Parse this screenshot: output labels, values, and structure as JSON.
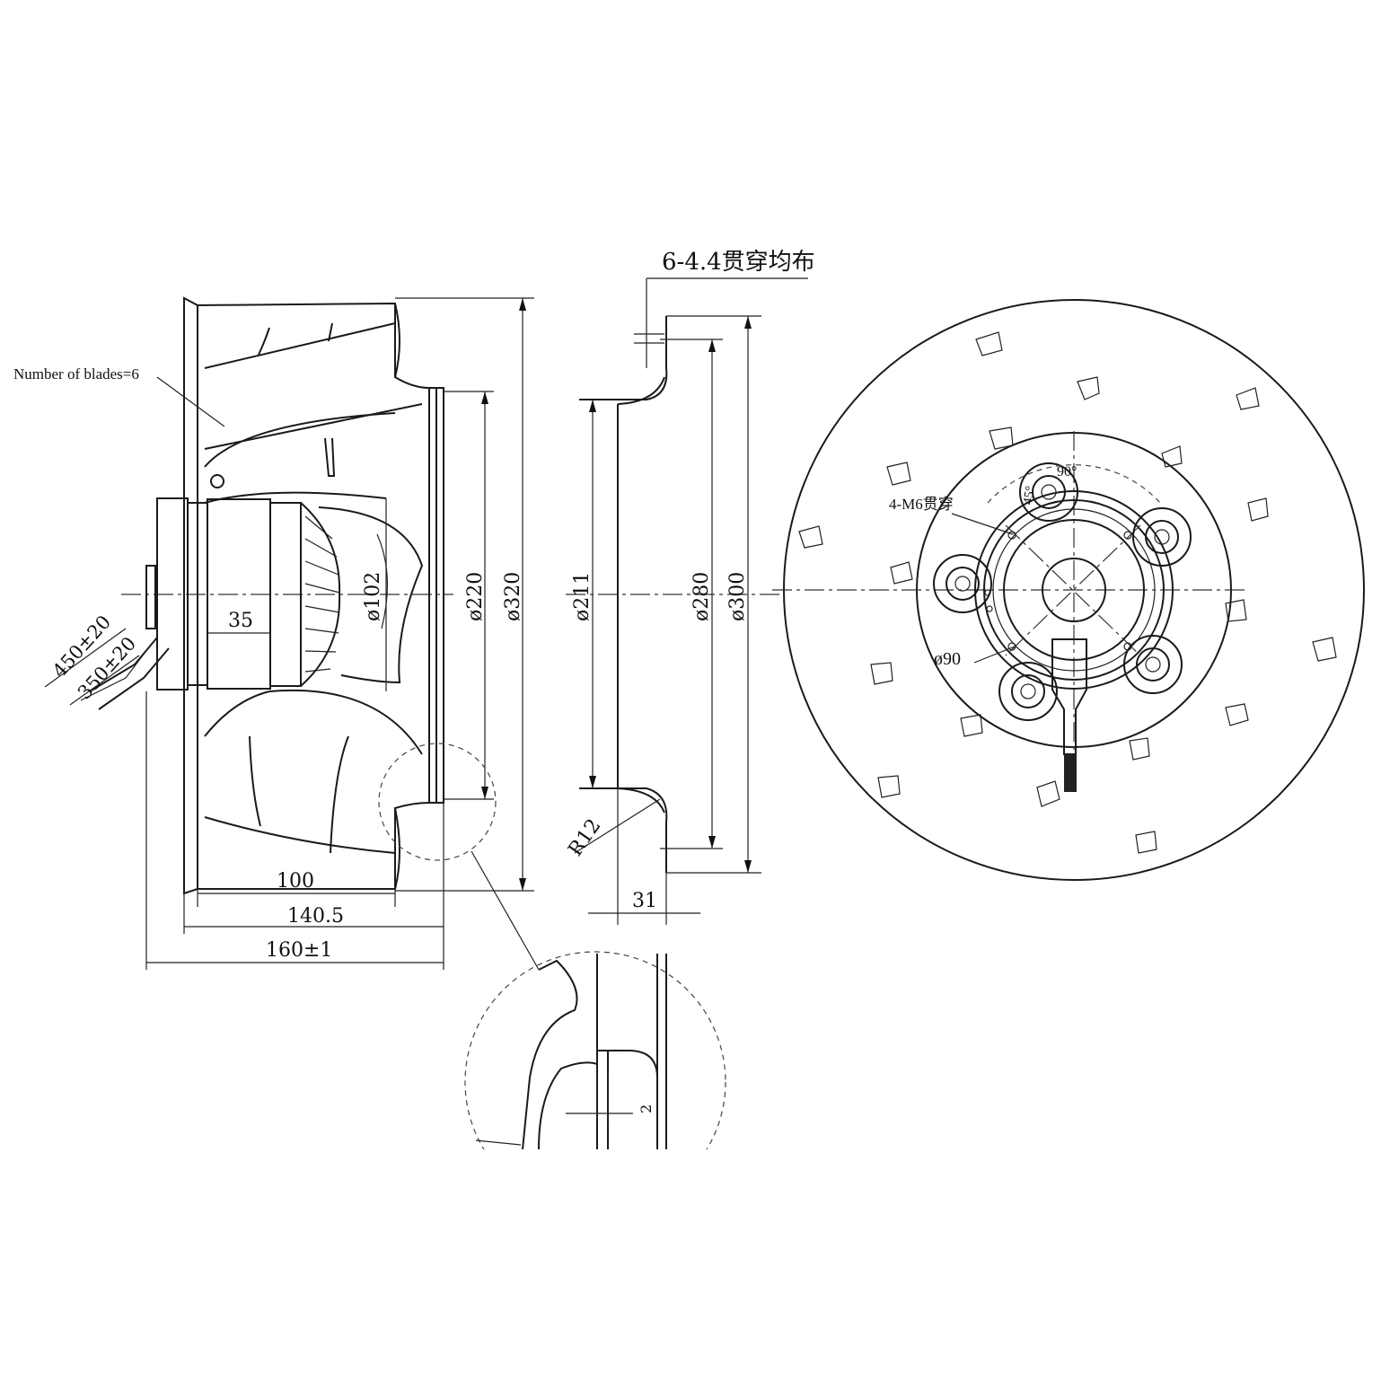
{
  "labels": {
    "blades": "Number of blades=6",
    "holes_top": "6-4.4贯穿均布",
    "mount_holes": "4-M6贯穿",
    "angle_90": "90°",
    "angle_45": "45°",
    "dia_90": "ø90",
    "dia_102": "ø102",
    "dia_220": "ø220",
    "dia_320": "ø320",
    "dia_211": "ø211",
    "dia_280": "ø280",
    "dia_300": "ø300",
    "len_35": "35",
    "len_100": "100",
    "len_140_5": "140.5",
    "len_160": "160±1",
    "cable_450": "450±20",
    "cable_350": "350±20",
    "radius_r12": "R12",
    "len_31": "31",
    "detail_2": "2"
  }
}
